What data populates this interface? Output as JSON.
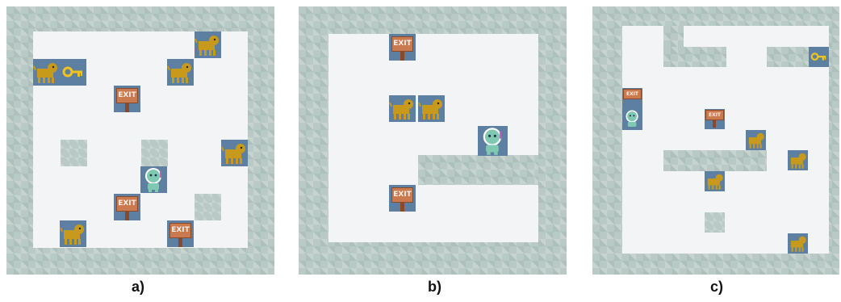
{
  "panels": [
    {
      "caption": "a)",
      "exit_labels": [
        "EXIT",
        "EXIT",
        "EXIT"
      ]
    },
    {
      "caption": "b)",
      "exit_labels": [
        "EXIT",
        "EXIT"
      ]
    },
    {
      "caption": "c)",
      "exit_labels": [
        "EXIT",
        "EXIT"
      ]
    }
  ],
  "icons": {
    "exit": "exit-sign-icon",
    "monster": "lion-monster-icon",
    "key": "key-icon",
    "player": "astronaut-player-icon"
  },
  "colors": {
    "wall": "#b9c9c5",
    "floor": "#f3f4f5",
    "tile_bg": "#5d7fa2",
    "exit": "#c97a4e",
    "monster": "#c79a1c",
    "key": "#f2c31b",
    "player": "#7fc9b3"
  }
}
